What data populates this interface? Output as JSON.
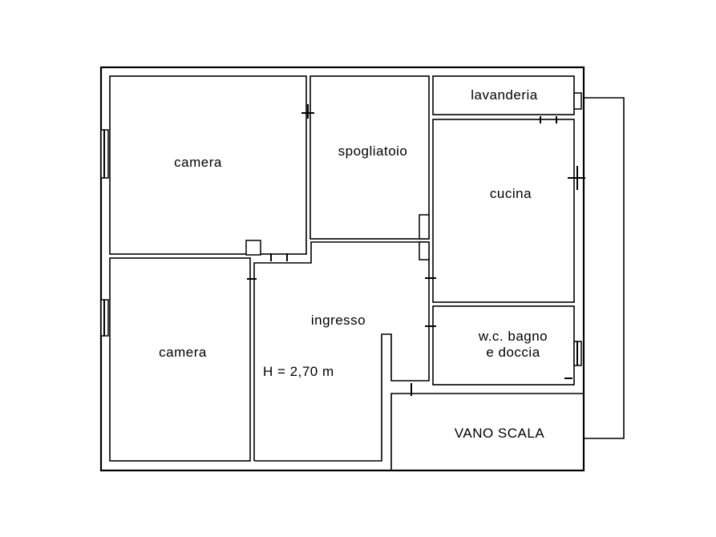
{
  "rooms": {
    "camera_top": "camera",
    "spogliatoio": "spogliatoio",
    "lavanderia": "lavanderia",
    "cucina": "cucina",
    "camera_bottom": "camera",
    "ingresso": "ingresso",
    "height_note": "H = 2,70 m",
    "bagno_line1": "w.c. bagno",
    "bagno_line2": "e doccia",
    "vano_scala": "VANO SCALA"
  },
  "colors": {
    "line": "#000000",
    "background": "#ffffff"
  }
}
